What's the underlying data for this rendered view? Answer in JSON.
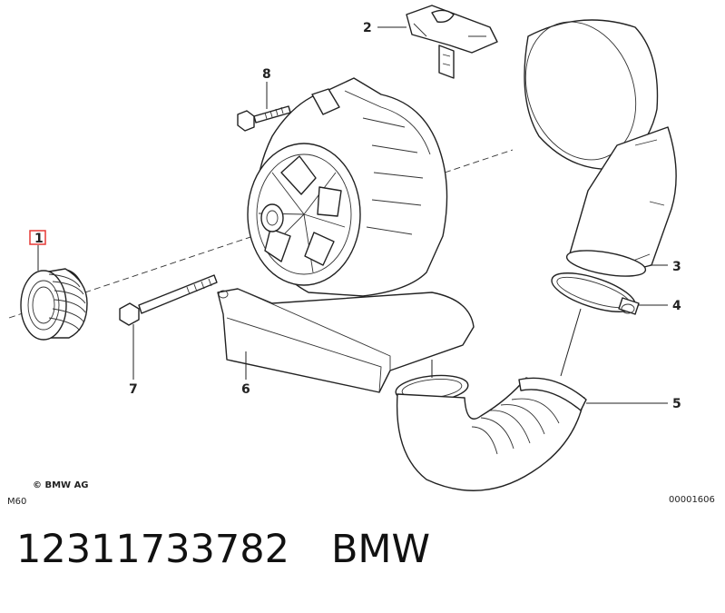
{
  "diagram": {
    "callouts": {
      "c1": "1",
      "c2": "2",
      "c3": "3",
      "c4": "4",
      "c5": "5",
      "c6": "6",
      "c7": "7",
      "c8": "8"
    },
    "copyright": "© BMW AG",
    "model_code": "M60",
    "diagram_number": "00001606",
    "highlight_color": "#e53935"
  },
  "caption": {
    "part_number": "12311733782",
    "brand": "BMW"
  }
}
